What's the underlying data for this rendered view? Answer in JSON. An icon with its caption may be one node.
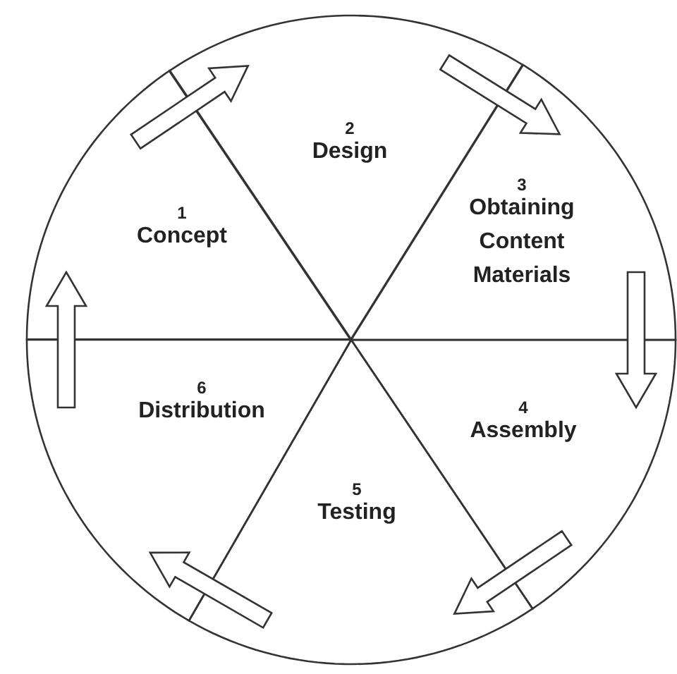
{
  "diagram": {
    "nodes": [
      {
        "text": [
          "1",
          "Concept"
        ]
      },
      {
        "text": [
          "2",
          "Design"
        ]
      },
      {
        "text": [
          "3",
          "Obtaining Content Materials"
        ]
      },
      {
        "text": [
          "4",
          "Assembly"
        ]
      },
      {
        "text": [
          "5",
          "Testing"
        ]
      },
      {
        "text": [
          "6",
          "Distribution"
        ]
      }
    ],
    "edges": [
      {
        "from": 0,
        "to": 1,
        "arrow": "to"
      },
      {
        "from": 1,
        "to": 2,
        "arrow": "to"
      },
      {
        "from": 2,
        "to": 3,
        "arrow": "to"
      },
      {
        "from": 3,
        "to": 4,
        "arrow": "to"
      },
      {
        "from": 4,
        "to": 5,
        "arrow": "to"
      },
      {
        "from": 5,
        "to": 0,
        "arrow": "to"
      }
    ]
  }
}
